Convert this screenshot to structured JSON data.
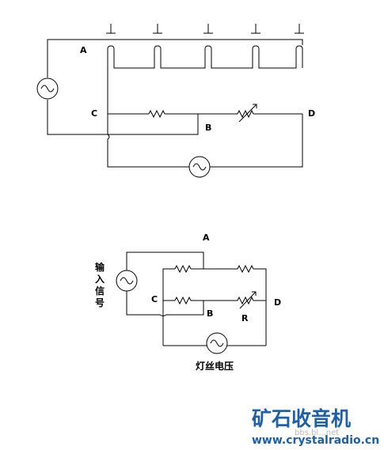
{
  "diagram1": {
    "labels": {
      "A": "A",
      "B": "B",
      "C": "C",
      "D": "D"
    },
    "elements": [
      "ac-source",
      "resistor",
      "variable-resistor",
      "ac-source",
      "tube-filaments",
      "ground-symbols"
    ]
  },
  "diagram2": {
    "labels": {
      "A": "A",
      "B": "B",
      "C": "C",
      "D": "D",
      "R": "R"
    },
    "input_label": [
      "输",
      "入",
      "信",
      "号"
    ],
    "filament_label": "灯丝电压"
  },
  "logo": {
    "title": "矿石收音机",
    "url": "www.crystalradio.cn",
    "watermark": "bbs.bl...net"
  },
  "colors": {
    "ink": "#000000",
    "brand": "#1d5fa8",
    "watermark": "#b8b8b8"
  }
}
